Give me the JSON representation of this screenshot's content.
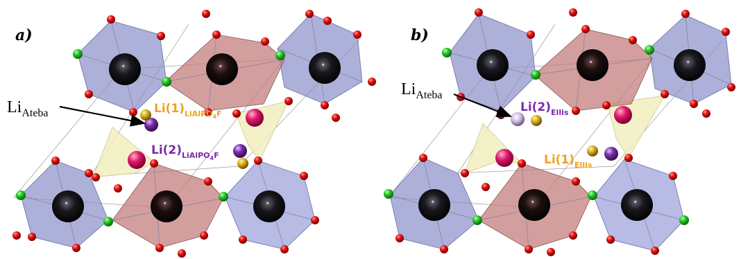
{
  "panels": [
    {
      "letter": "a)",
      "li_label": "Li",
      "li_sub": "Ateba",
      "site1": {
        "main": "Li(1)",
        "sub": "LiAlPO",
        "sub_num": "4",
        "sub_tail": "F",
        "color": "#f0a020"
      },
      "site2": {
        "main": "Li(2)",
        "sub": "LiAlPO",
        "sub_num": "4",
        "sub_tail": "F",
        "color": "#7a2aa8"
      }
    },
    {
      "letter": "b)",
      "li_label": "Li",
      "li_sub": "Ateba",
      "site1": {
        "main": "Li(2)",
        "sub": "Ellis",
        "color": "#7a2aa8"
      },
      "site2": {
        "main": "Li(1)",
        "sub": "Ellis",
        "color": "#f0a020"
      }
    }
  ],
  "colors": {
    "blue_octahedron": "#8a8ec8",
    "red_octahedron": "#c07a78",
    "yellow_tetrahedron": "#f2eec0",
    "oxygen": "#e01010",
    "fluorine": "#20c020",
    "metal": "#15151c",
    "phosphorus": "#e0186a",
    "li_purple": "#7a2aa8",
    "li_gold": "#d8b020"
  }
}
